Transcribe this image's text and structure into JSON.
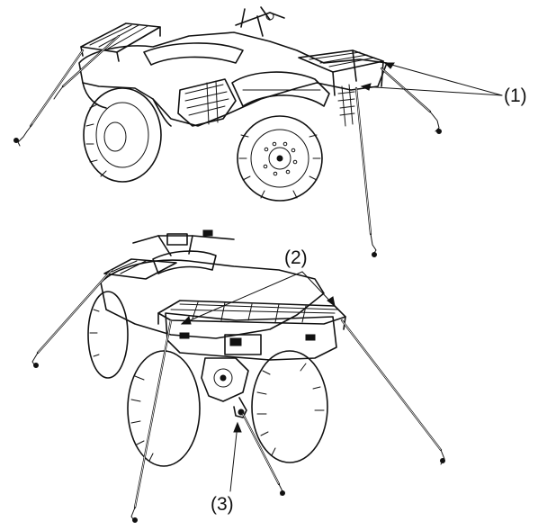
{
  "callouts": {
    "label_1": "(1)",
    "label_2": "(2)",
    "label_3": "(3)"
  },
  "colors": {
    "ink": "#111111",
    "background": "#ffffff"
  }
}
